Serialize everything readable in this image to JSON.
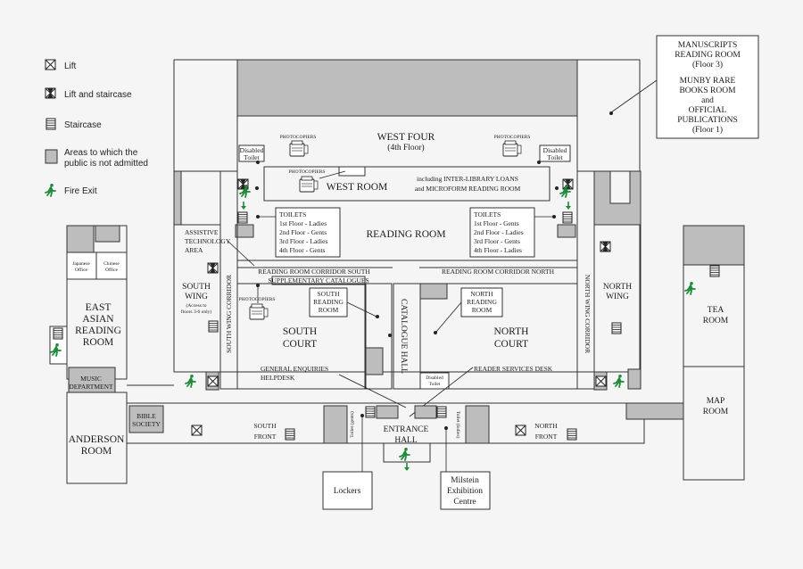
{
  "legend": {
    "lift": "Lift",
    "lift_staircase": "Lift and staircase",
    "staircase": "Staircase",
    "restricted_line1": "Areas to which the",
    "restricted_line2": "public is not admitted",
    "fire_exit": "Fire Exit"
  },
  "callout": {
    "line1": "MANUSCRIPTS",
    "line2": "READING ROOM",
    "line3": "(Floor 3)",
    "line4": "MUNBY RARE",
    "line5": "BOOKS ROOM",
    "line6": "and",
    "line7": "OFFICIAL",
    "line8": "PUBLICATIONS",
    "line9": "(Floor 1)"
  },
  "rooms": {
    "west_four": "WEST FOUR",
    "west_four_floor": "(4th Floor)",
    "west_room": "WEST ROOM",
    "inter_library_1": "including INTER-LIBRARY LOANS",
    "inter_library_2": "and MICROFORM READING ROOM",
    "reading_room": "READING ROOM",
    "disabled_toilet_1": "Disabled",
    "disabled_toilet_2": "Toilet",
    "photocopiers": "PHOTOCOPIERS",
    "toilets": "TOILETS",
    "toilets_left": [
      "1st Floor - Ladies",
      "2nd Floor - Gents",
      "3rd Floor - Ladies",
      "4th Floor - Gents"
    ],
    "toilets_right": [
      "1st Floor - Gents",
      "2nd Floor - Ladies",
      "3rd Floor - Gents",
      "4th Floor - Ladies"
    ],
    "corridor_south": "READING ROOM CORRIDOR SOUTH",
    "corridor_north": "READING ROOM CORRIDOR NORTH",
    "supplementary": "SUPPLEMENTARY CATALOGUES",
    "assistive_1": "ASSISTIVE",
    "assistive_2": "TECHNOLOGY",
    "assistive_3": "AREA",
    "south_wing_1": "SOUTH",
    "south_wing_2": "WING",
    "south_wing_note_1": "(Access to",
    "south_wing_note_2": "floors 3-6 only)",
    "south_wing_corridor": "SOUTH WING CORRIDOR",
    "north_wing_corridor": "NORTH WING CORRIDOR",
    "north_wing_1": "NORTH",
    "north_wing_2": "WING",
    "south_reading_1": "SOUTH",
    "south_reading_2": "READING",
    "south_reading_3": "ROOM",
    "north_reading_1": "NORTH",
    "north_reading_2": "READING",
    "north_reading_3": "ROOM",
    "south_court_1": "SOUTH",
    "south_court_2": "COURT",
    "north_court_1": "NORTH",
    "north_court_2": "COURT",
    "catalogue_hall": "CATALOGUE HALL",
    "general_enquiries_1": "GENERAL ENQUIRIES",
    "general_enquiries_2": "HELPDESK",
    "reader_services": "READER SERVICES DESK",
    "japanese_1": "Japanese",
    "japanese_2": "Office",
    "chinese_1": "Chinese",
    "chinese_2": "Office",
    "east_asian_1": "EAST",
    "east_asian_2": "ASIAN",
    "east_asian_3": "READING",
    "east_asian_4": "ROOM",
    "music_1": "MUSIC",
    "music_2": "DEPARTMENT",
    "bible_1": "BIBLE",
    "bible_2": "SOCIETY",
    "anderson_1": "ANDERSON",
    "anderson_2": "ROOM",
    "south_front_1": "SOUTH",
    "south_front_2": "FRONT",
    "north_front_1": "NORTH",
    "north_front_2": "FRONT",
    "entrance_1": "ENTRANCE",
    "entrance_2": "HALL",
    "toilet_gents": "Toilet (gents)",
    "toilet_ladies": "Toilet (ladies)",
    "lockers": "Lockers",
    "milstein_1": "Milstein",
    "milstein_2": "Exhibition",
    "milstein_3": "Centre",
    "tea_1": "TEA",
    "tea_2": "ROOM",
    "map_1": "MAP",
    "map_2": "ROOM"
  },
  "colors": {
    "restricted": "#bdbdbd",
    "fire_exit": "#1e8a3a",
    "walls": "#333333",
    "background": "#f5f5f5"
  },
  "icons": [
    "lift-icon",
    "lift-staircase-icon",
    "staircase-icon",
    "restricted-area-icon",
    "fire-exit-icon",
    "photocopier-icon"
  ]
}
